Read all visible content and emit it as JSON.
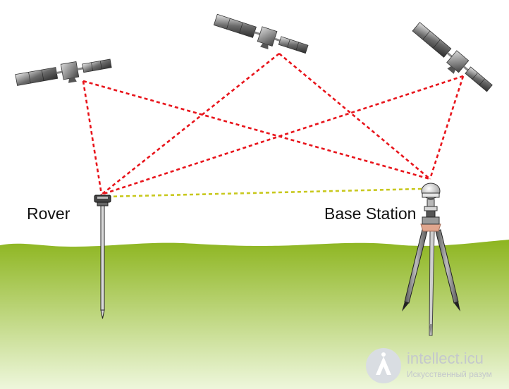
{
  "labels": {
    "rover": "Rover",
    "base_station": "Base Station"
  },
  "watermark": {
    "title": "intellect.icu",
    "subtitle": "Искусственный разум"
  },
  "colors": {
    "satellite_signal": "#e8141b",
    "base_link": "#c8c81e",
    "ground_top": "#8db51f",
    "ground_bottom": "#eef7dc",
    "tripod_collar": "#e1a68e"
  },
  "icons": {
    "satellite": "satellite-icon",
    "rover": "rover-pole-icon",
    "base_station": "tripod-receiver-icon"
  }
}
